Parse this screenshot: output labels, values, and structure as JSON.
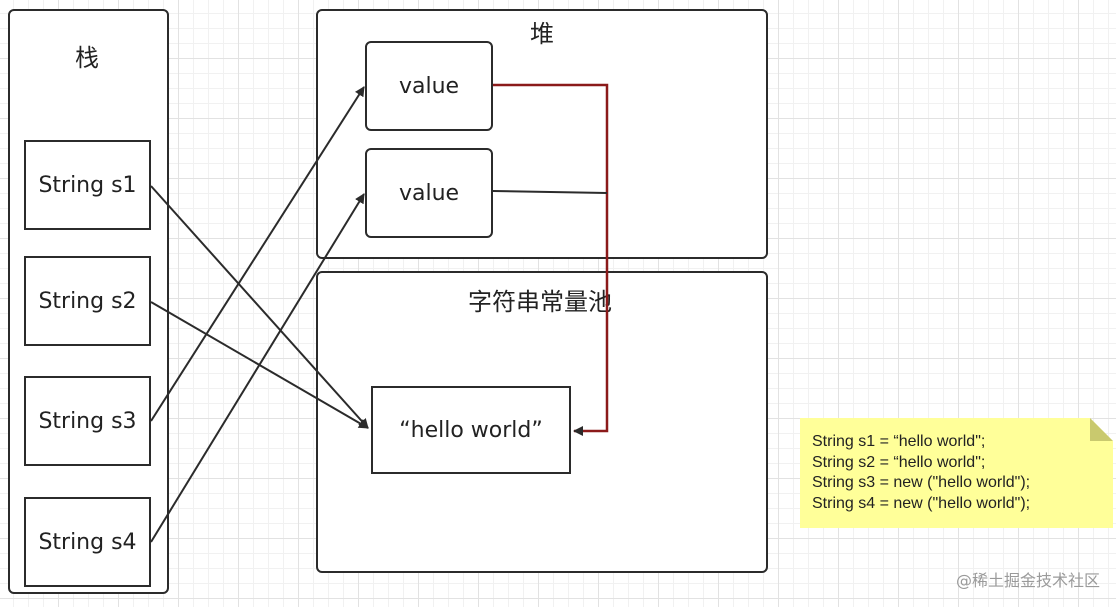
{
  "stack": {
    "title": "栈",
    "items": [
      "String s1",
      "String s2",
      "String s3",
      "String s4"
    ]
  },
  "heap": {
    "title": "堆",
    "values": [
      "value",
      "value"
    ]
  },
  "pool": {
    "title": "字符串常量池",
    "literal": "“hello world”"
  },
  "note": {
    "lines": [
      "String s1 =   “hello world\";",
      "String s2 =   “hello world\";",
      "String s3 = new (\"hello world\");",
      "String s4 = new (\"hello world\");"
    ],
    "color": "#ffff99"
  },
  "watermark": "@稀土掘金技术社区",
  "colors": {
    "stroke": "#2b2b2b",
    "heap_link": "#8b1a1a"
  }
}
